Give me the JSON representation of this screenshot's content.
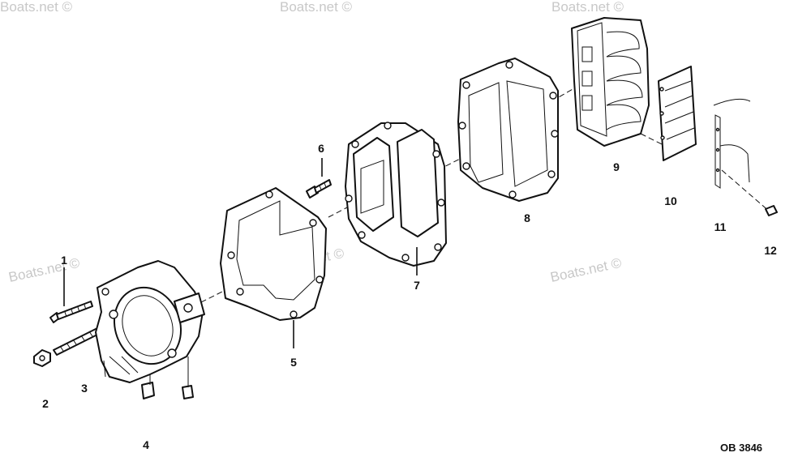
{
  "watermark": "Boats.net ©",
  "diagram_code": "OB 3846",
  "callouts": [
    "1",
    "2",
    "3",
    "4",
    "5",
    "6",
    "7",
    "8",
    "9",
    "10",
    "11",
    "12"
  ]
}
